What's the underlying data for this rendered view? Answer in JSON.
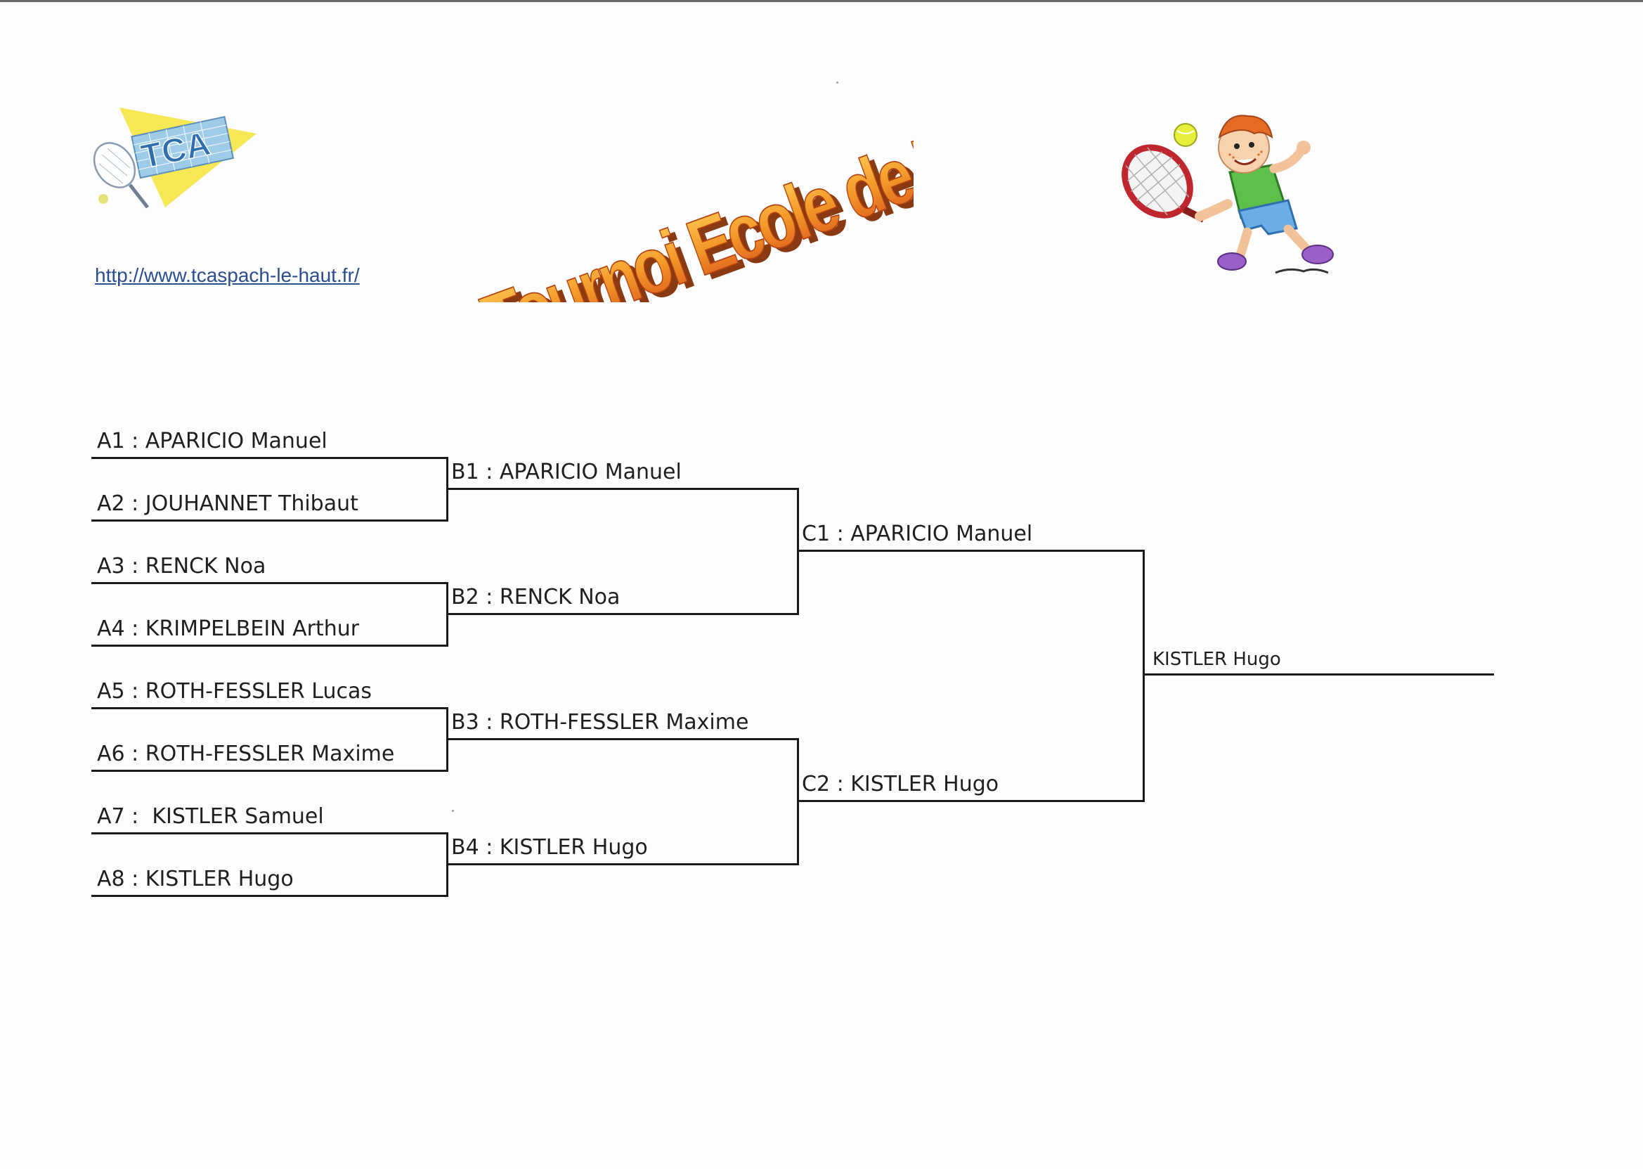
{
  "header": {
    "logo_text": "TCA",
    "url": "http://www.tcaspach-le-haut.fr/",
    "title": "Tournoi Ecole de Tennis"
  },
  "bracket": {
    "round_a": [
      "A1 : APARICIO Manuel",
      "A2 : JOUHANNET Thibaut",
      "A3 : RENCK Noa",
      "A4 : KRIMPELBEIN Arthur",
      "A5 : ROTH-FESSLER Lucas",
      "A6 : ROTH-FESSLER Maxime",
      "A7 :  KISTLER Samuel",
      "A8 : KISTLER Hugo"
    ],
    "round_b": [
      "B1 : APARICIO Manuel",
      "B2 : RENCK Noa",
      "B3 : ROTH-FESSLER Maxime",
      "B4 : KISTLER Hugo"
    ],
    "round_c": [
      "C1 : APARICIO Manuel",
      "C2 : KISTLER Hugo"
    ],
    "winner": "KISTLER Hugo"
  },
  "colors": {
    "link": "#2a4d8f",
    "title_orange": "#e8731c",
    "logo_yellow": "#f4e04a"
  }
}
